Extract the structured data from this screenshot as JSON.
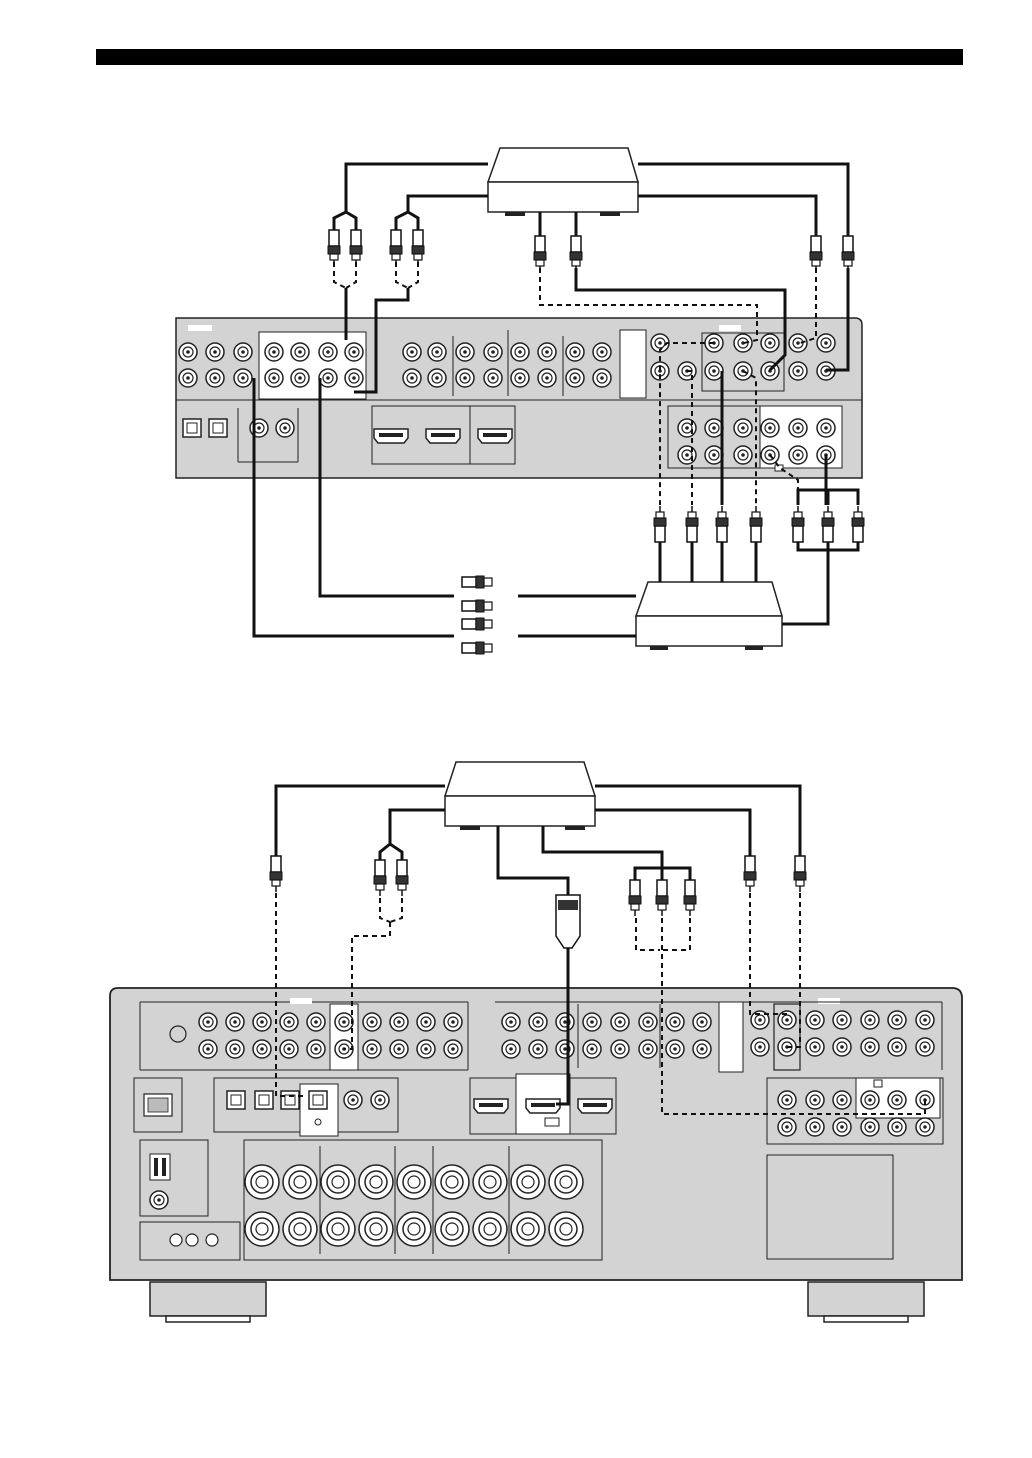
{
  "page": {
    "background": "#ffffff",
    "rule_color": "#000000"
  },
  "colors": {
    "receiver_panel": "#d3d3d3",
    "jack_ring": "#ffffff",
    "cable": "#111111"
  },
  "diagrams": [
    {
      "id": "upper-connection-diagram",
      "style": "analog audio, composite, S-video and component video cable connections between receiver rear panel and two external components"
    },
    {
      "id": "lower-connection-diagram",
      "style": "digital audio, HDMI, component video, composite and S-video cable connections between receiver rear panel and an external component"
    }
  ]
}
